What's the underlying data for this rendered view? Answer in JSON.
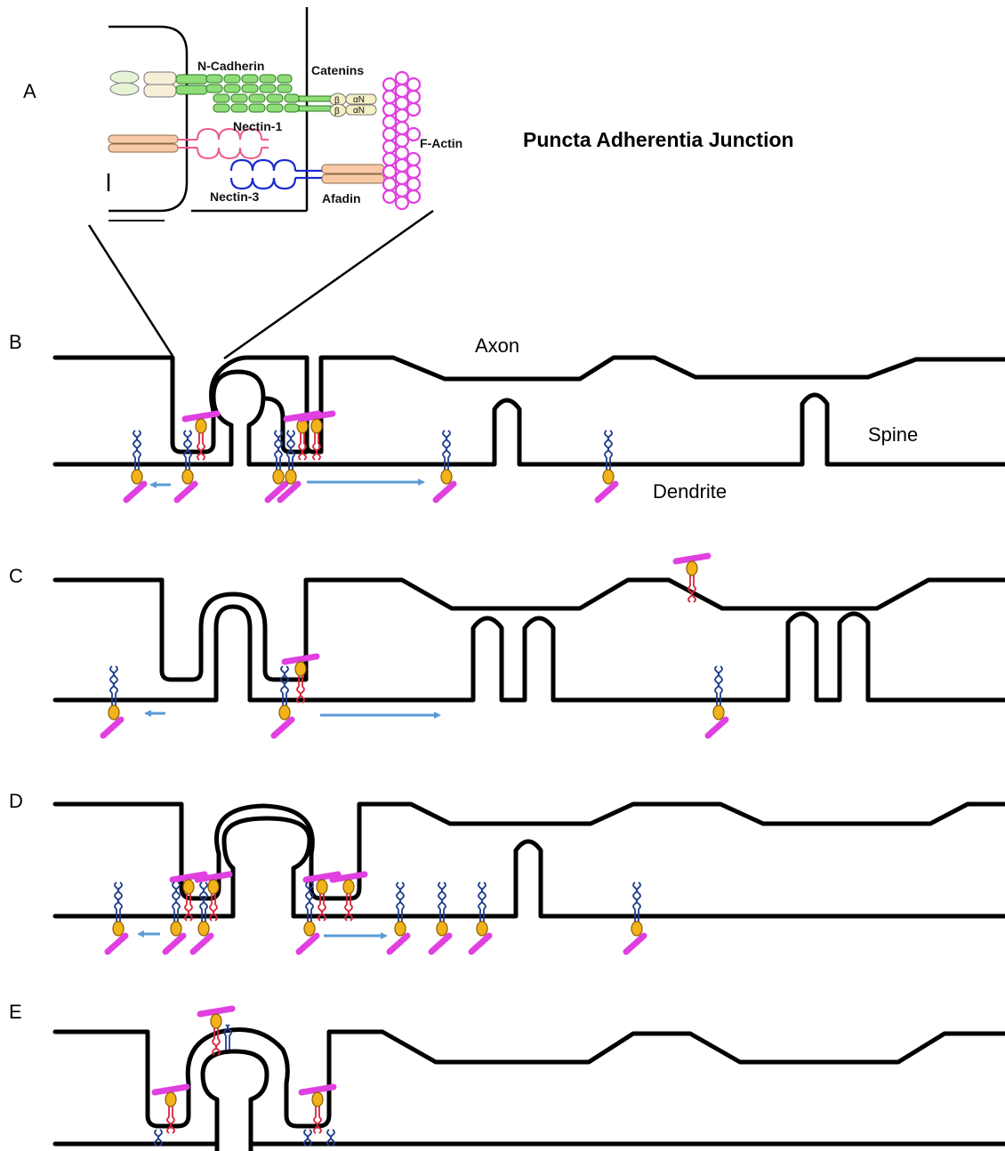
{
  "panel_labels": [
    "A",
    "B",
    "C",
    "D",
    "E"
  ],
  "inset": {
    "ncadherin": "N-Cadherin",
    "catenins": "Catenins",
    "nectin1": "Nectin-1",
    "factin": "F-Actin",
    "nectin3": "Nectin-3",
    "afadin": "Afadin",
    "beta": "β",
    "alphaN": "αN"
  },
  "title": "Puncta Adherentia Junction",
  "labels": {
    "axon": "Axon",
    "spine": "Spine",
    "dendrite": "Dendrite"
  },
  "colors": {
    "nectin1": "#d9263a",
    "nectin3": "#1f3e8c",
    "factin": "#e040e0",
    "afadin_knob": "#f2b21a",
    "arrow": "#5b9bd5",
    "cadherin": "#8fdc78"
  }
}
